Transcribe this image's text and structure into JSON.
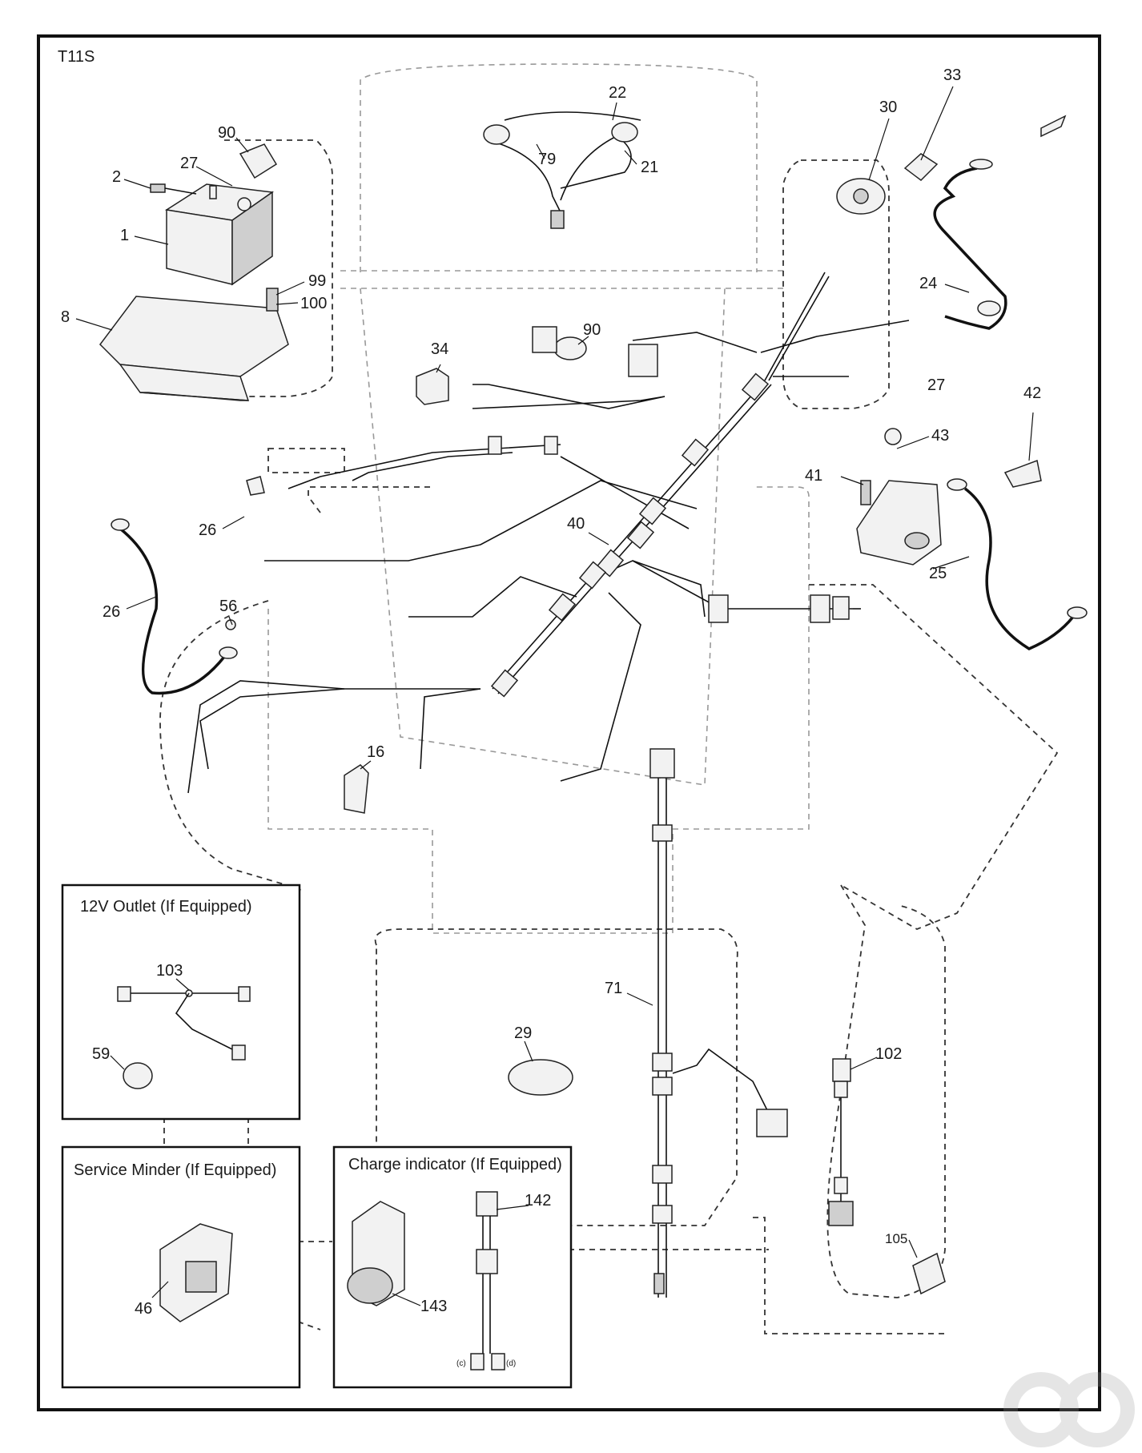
{
  "diagram": {
    "id_label": "T11S",
    "boxes": {
      "outlet_title": "12V Outlet (If Equipped)",
      "minder_title": "Service Minder (If Equipped)",
      "charge_title": "Charge indicator (If Equipped)"
    },
    "callouts": {
      "c1": "1",
      "c2": "2",
      "c8": "8",
      "c16": "16",
      "c21": "21",
      "c22": "22",
      "c24": "24",
      "c25": "25",
      "c26a": "26",
      "c26b": "26",
      "c27a": "27",
      "c27b": "27",
      "c29": "29",
      "c30": "30",
      "c33": "33",
      "c34": "34",
      "c40": "40",
      "c41": "41",
      "c42": "42",
      "c43": "43",
      "c46": "46",
      "c56": "56",
      "c59": "59",
      "c71": "71",
      "c79": "79",
      "c90a": "90",
      "c90b": "90",
      "c99": "99",
      "c100": "100",
      "c102": "102",
      "c103": "103",
      "c105": "105",
      "c142": "142",
      "c143": "143"
    },
    "charge_connector_marks": {
      "c": "(c)",
      "d": "(d)"
    }
  }
}
